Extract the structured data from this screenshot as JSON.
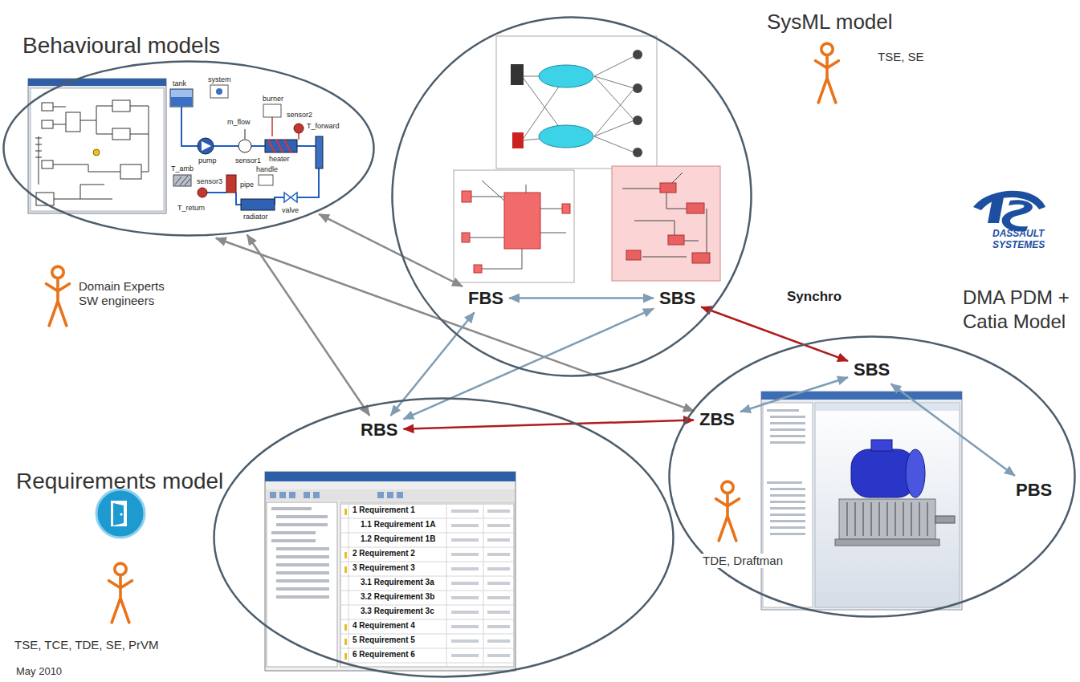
{
  "diagram": {
    "nodes": [
      {
        "text": [
          "Behavioural models"
        ]
      },
      {
        "text": [
          "SysML model"
        ]
      },
      {
        "text": [
          "FBS"
        ],
        "in": 1
      },
      {
        "text": [
          "SBS"
        ],
        "in": 1
      },
      {
        "text": [
          "Requirements model"
        ]
      },
      {
        "text": [
          "RBS"
        ],
        "in": 4
      },
      {
        "text": [
          "DMA PDM + Catia Model"
        ]
      },
      {
        "text": [
          "SBS"
        ],
        "in": 6
      },
      {
        "text": [
          "ZBS"
        ],
        "in": 6
      },
      {
        "text": [
          "PBS"
        ],
        "in": 6
      }
    ],
    "edges": [
      {
        "from": 0,
        "to": 2,
        "arrow": "both"
      },
      {
        "from": 0,
        "to": 5,
        "arrow": "both"
      },
      {
        "from": 0,
        "to": 8,
        "arrow": "both"
      },
      {
        "from": 2,
        "to": 3,
        "arrow": "both"
      },
      {
        "from": 2,
        "to": 5,
        "arrow": "both"
      },
      {
        "from": 3,
        "to": 5,
        "arrow": "both"
      },
      {
        "from": 3,
        "to": 7,
        "arrow": "both",
        "label": "Synchro"
      },
      {
        "from": 5,
        "to": 8,
        "arrow": "both"
      },
      {
        "from": 7,
        "to": 8,
        "arrow": "both"
      },
      {
        "from": 7,
        "to": 9,
        "arrow": "both"
      }
    ],
    "labels": [
      "TSE, SE",
      "Domain Experts SW engineers",
      "TSE, TCE, TDE, SE, PrVM",
      "TDE, Draftman",
      "DASSAULT",
      "SYSTEMES",
      "May 2010",
      "tank",
      "system",
      "m_flow",
      "burner",
      "sensor2",
      "T_forward",
      "pump",
      "sensor1",
      "heater",
      "T_amb",
      "handle",
      "sensor3",
      "T_return",
      "radiator",
      "valve",
      "pipe",
      "1 Requirement 1",
      "1.1 Requirement 1A",
      "1.2 Requirement 1B",
      "2 Requirement 2",
      "3 Requirement 3",
      "3.1 Requirement 3a",
      "3.2 Requirement 3b",
      "3.3 Requirement 3c",
      "4 Requirement 4",
      "5 Requirement 5",
      "6 Requirement 6"
    ]
  }
}
